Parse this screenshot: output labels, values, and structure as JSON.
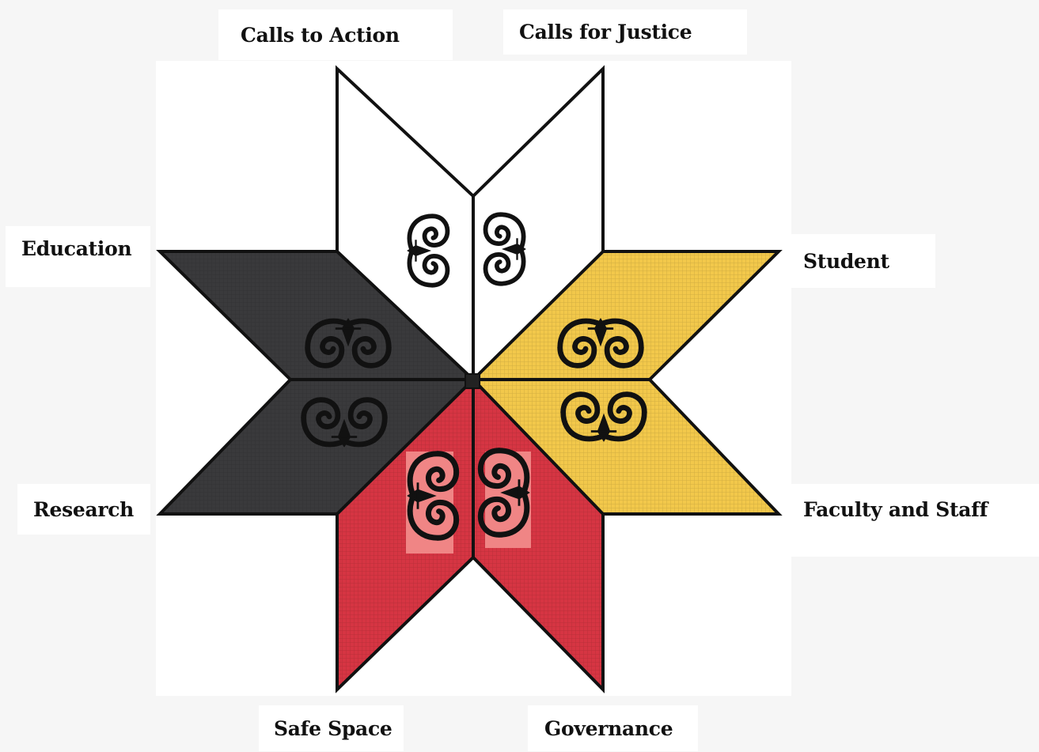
{
  "labels": {
    "calls_to_action": "Calls to Action",
    "calls_for_justice": "Calls for Justice",
    "education": "Education",
    "student": "Student",
    "research": "Research",
    "faculty_and_staff": "Faculty and Staff",
    "safe_space": "Safe Space",
    "governance": "Governance"
  },
  "colors": {
    "white_petals": "#ffffff",
    "black_petals": "#3a3a3c",
    "yellow_petals": "#f2c84b",
    "red_petals": "#d63543",
    "outline": "#111111",
    "red_glyph_backing": "#f08585"
  }
}
